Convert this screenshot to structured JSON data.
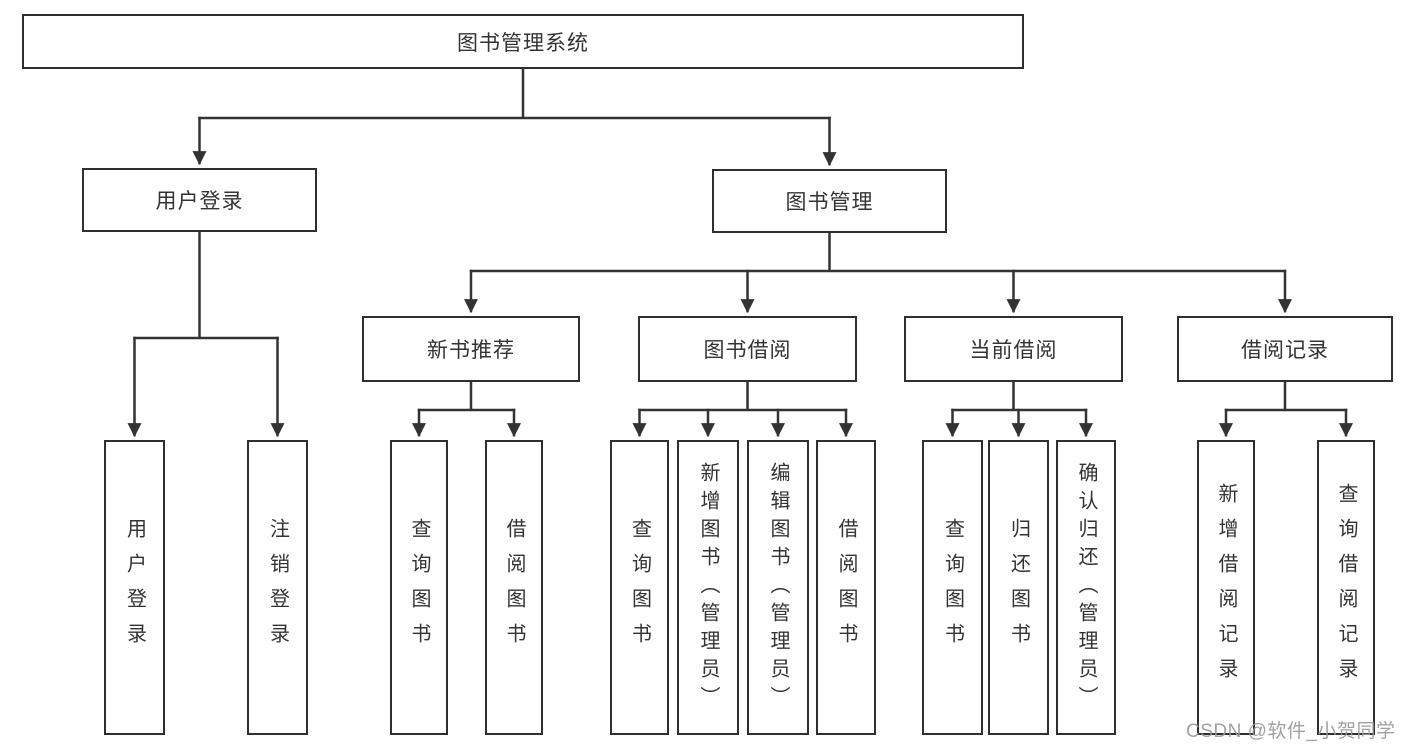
{
  "diagram": {
    "root": "图书管理系统",
    "level2": [
      "用户登录",
      "图书管理"
    ],
    "level3": [
      "新书推荐",
      "图书借阅",
      "当前借阅",
      "借阅记录"
    ],
    "leaves": [
      "用户登录",
      "注销登录",
      "查询图书",
      "借阅图书",
      "查询图书",
      "新增图书（管理员）",
      "编辑图书（管理员）",
      "借阅图书",
      "查询图书",
      "归还图书",
      "确认归还（管理员）",
      "新增借阅记录",
      "查询借阅记录"
    ],
    "structure": {
      "图书管理系统": [
        "用户登录",
        "图书管理"
      ],
      "用户登录": [
        "用户登录",
        "注销登录"
      ],
      "图书管理": [
        "新书推荐",
        "图书借阅",
        "当前借阅",
        "借阅记录"
      ],
      "新书推荐": [
        "查询图书",
        "借阅图书"
      ],
      "图书借阅": [
        "查询图书",
        "新增图书（管理员）",
        "编辑图书（管理员）",
        "借阅图书"
      ],
      "当前借阅": [
        "查询图书",
        "归还图书",
        "确认归还（管理员）"
      ],
      "借阅记录": [
        "新增借阅记录",
        "查询借阅记录"
      ]
    }
  },
  "watermark": "CSDN @软件_小贺同学",
  "colors": {
    "line": "#333333",
    "box_border": "#2f2f2f",
    "text": "#333333",
    "background": "#ffffff",
    "watermark": "#9a9a9a"
  }
}
